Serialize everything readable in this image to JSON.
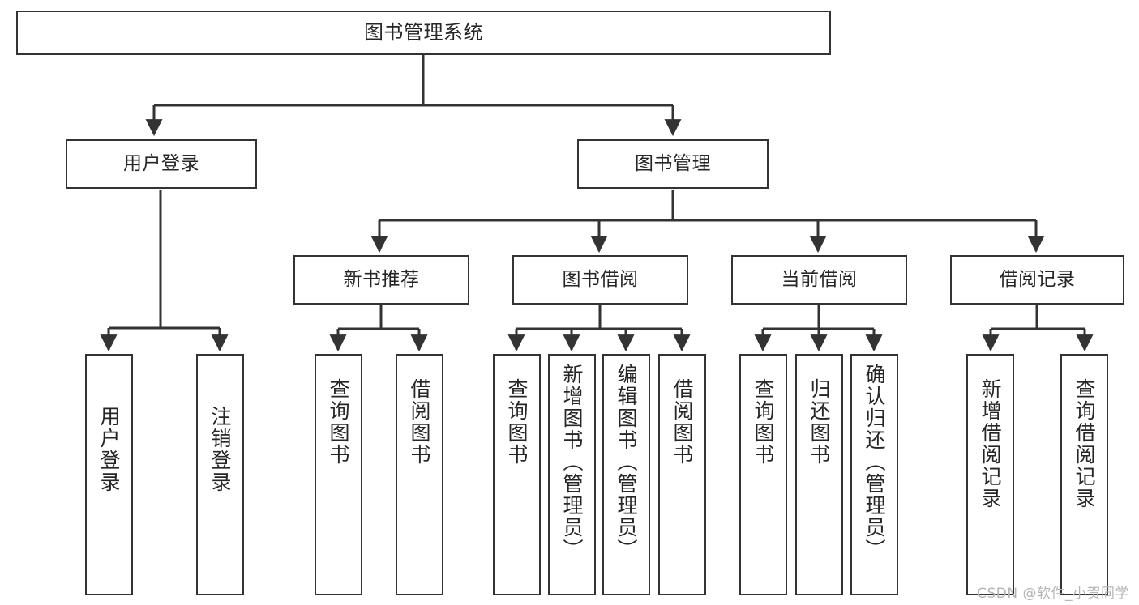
{
  "diagram": {
    "title": "图书管理系统",
    "watermark": "CSDN @软件_小贺同学",
    "colors": {
      "box_border": "#333333",
      "box_fill": "#ffffff",
      "edge": "#333333",
      "text": "#262626",
      "watermark": "#b6b6b6"
    },
    "nodes": {
      "root": {
        "label": "图书管理系统"
      },
      "level2": [
        {
          "label": "用户登录"
        },
        {
          "label": "图书管理"
        }
      ],
      "level3": [
        {
          "label": "新书推荐"
        },
        {
          "label": "图书借阅"
        },
        {
          "label": "当前借阅"
        },
        {
          "label": "借阅记录"
        }
      ],
      "leaves": {
        "user_login": [
          {
            "label": "用户登录"
          },
          {
            "label": "注销登录"
          }
        ],
        "new_book_recommend": [
          {
            "label": "查询图书"
          },
          {
            "label": "借阅图书"
          }
        ],
        "book_borrow": [
          {
            "label": "查询图书"
          },
          {
            "label": "新增图书（管理员）"
          },
          {
            "label": "编辑图书（管理员）"
          },
          {
            "label": "借阅图书"
          }
        ],
        "current_borrow": [
          {
            "label": "查询图书"
          },
          {
            "label": "归还图书"
          },
          {
            "label": "确认归还（管理员）"
          }
        ],
        "borrow_record": [
          {
            "label": "新增借阅记录"
          },
          {
            "label": "查询借阅记录"
          }
        ]
      }
    }
  }
}
